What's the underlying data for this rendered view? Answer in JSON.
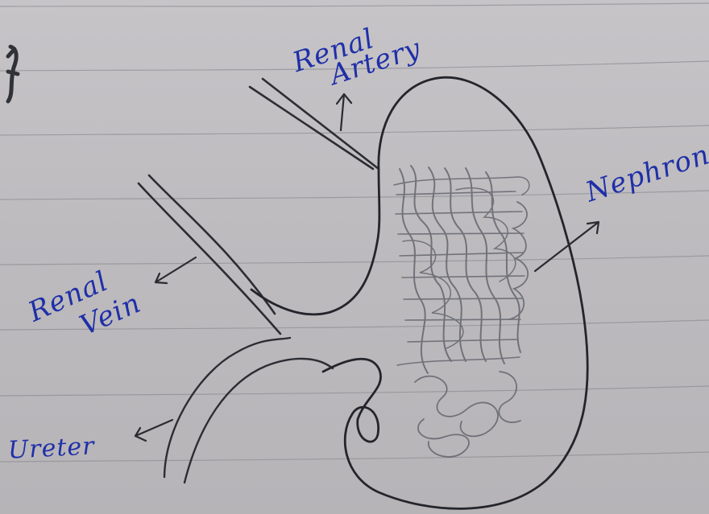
{
  "page": {
    "paper_color": "#c3c1c4",
    "line_color": "#8d8f93",
    "pencil_color": "#2a2b30",
    "ink_color": "#1f2fa8"
  },
  "labels": {
    "renal_artery_line1": "Renal",
    "renal_artery_line2": "Artery",
    "renal_vein_line1": "Renal",
    "renal_vein_line2": "Vein",
    "ureter": "Ureter",
    "nephrons": "Nephrons"
  },
  "icons": {
    "arrow": "arrow-icon",
    "margin_mark": "margin-mark"
  }
}
